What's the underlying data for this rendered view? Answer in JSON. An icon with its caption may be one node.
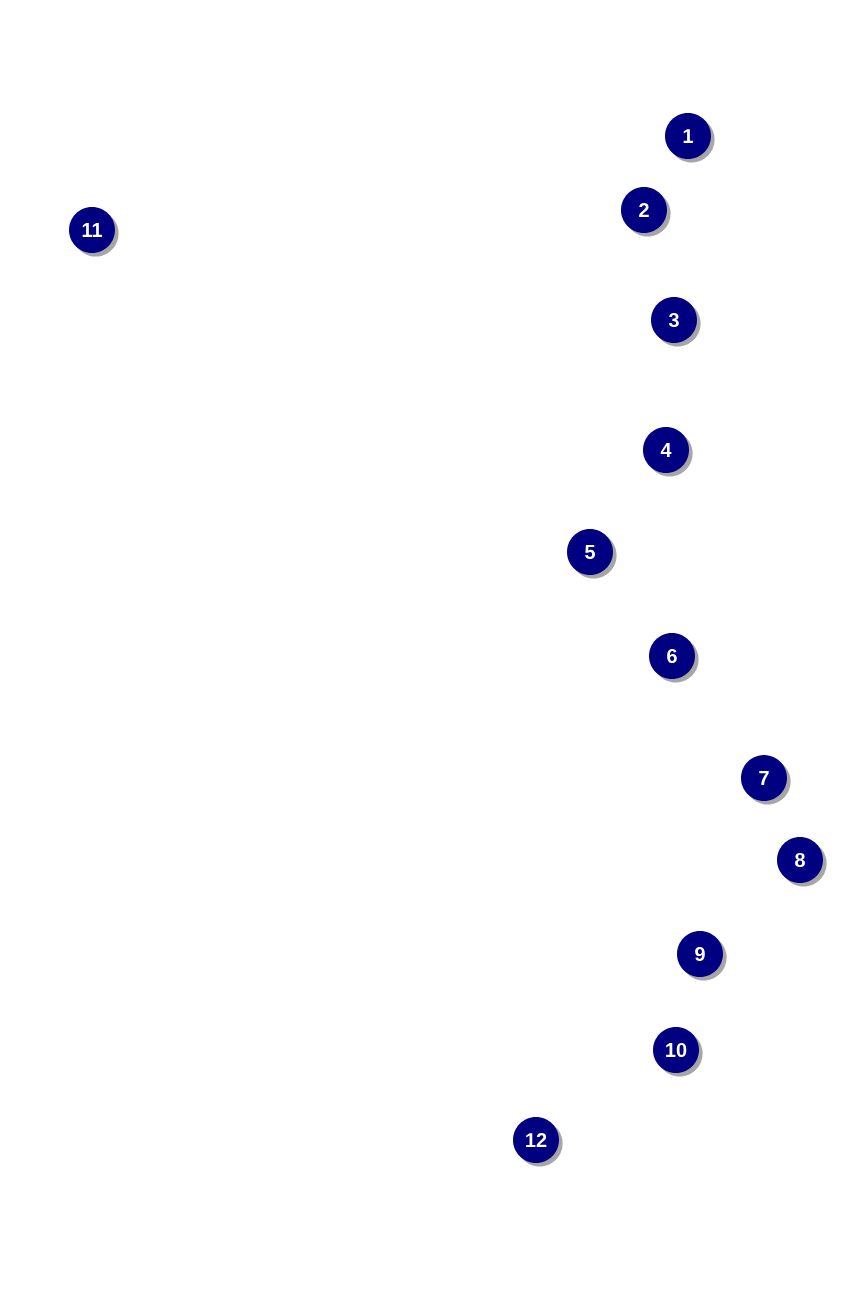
{
  "diagram": {
    "labels": [
      "1",
      "2",
      "11",
      "3",
      "4",
      "5",
      "6",
      "7",
      "8",
      "9",
      "10",
      "12"
    ]
  }
}
